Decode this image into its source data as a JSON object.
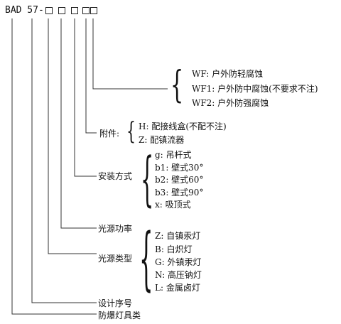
{
  "code": {
    "prefix": "BAD 57-"
  },
  "outdoor": {
    "items": [
      "WF: 户外防轻腐蚀",
      "WF1: 户外防中腐蚀(不要求不注)",
      "WF2: 户外防强腐蚀"
    ]
  },
  "accessory": {
    "label": "附件:",
    "items": [
      "H: 配接线盒(不配不注)",
      "Z: 配镇流器"
    ]
  },
  "installation": {
    "label": "安装方式",
    "items": [
      "g:  吊杆式",
      "b1: 壁式30°",
      "b2: 壁式60°",
      "b3: 壁式90°",
      "x:  吸顶式"
    ]
  },
  "power": {
    "label": "光源功率"
  },
  "light_type": {
    "label": "光源类型",
    "items": [
      "Z: 自镇汞灯",
      "B: 白炽灯",
      "G: 外镇汞灯",
      "N: 高压钠灯",
      "L: 金属卤灯"
    ]
  },
  "serial": {
    "label": "设计序号"
  },
  "category": {
    "label": "防爆灯具类"
  }
}
